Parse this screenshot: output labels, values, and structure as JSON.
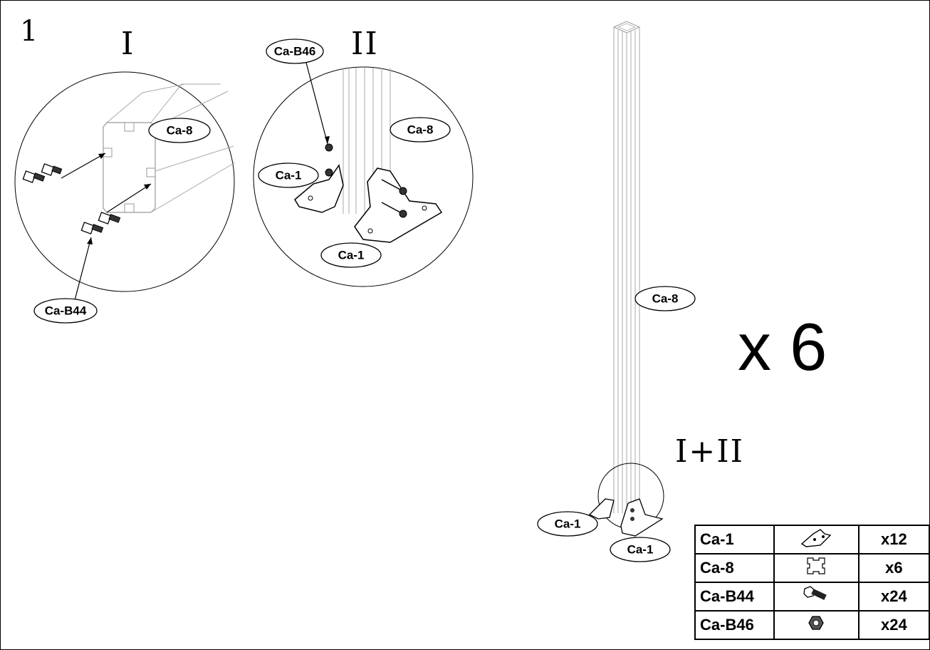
{
  "step_number": "1",
  "multiplier": "x 6",
  "details": [
    {
      "numeral": "I"
    },
    {
      "numeral": "II"
    },
    {
      "numeral": "I+II"
    }
  ],
  "callouts": {
    "detail1_profile": "Ca-8",
    "detail1_bolt": "Ca-B44",
    "detail2_nut": "Ca-B46",
    "detail2_profile": "Ca-8",
    "detail2_bracket_left": "Ca-1",
    "detail2_bracket_right": "Ca-1",
    "main_post": "Ca-8",
    "main_bracket_left": "Ca-1",
    "main_bracket_right": "Ca-1"
  },
  "parts_table": [
    {
      "code": "Ca-1",
      "icon": "bracket-icon",
      "qty": "x12"
    },
    {
      "code": "Ca-8",
      "icon": "profile-section-icon",
      "qty": "x6"
    },
    {
      "code": "Ca-B44",
      "icon": "bolt-icon",
      "qty": "x24"
    },
    {
      "code": "Ca-B46",
      "icon": "nut-icon",
      "qty": "x24"
    }
  ]
}
